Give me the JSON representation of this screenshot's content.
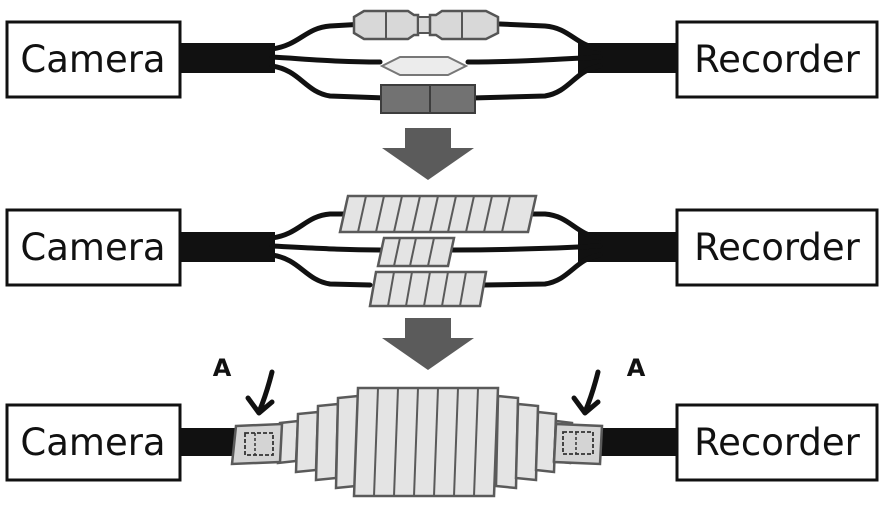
{
  "diagram": {
    "steps": [
      {
        "left_label": "Camera",
        "right_label": "Recorder"
      },
      {
        "left_label": "Camera",
        "right_label": "Recorder"
      },
      {
        "left_label": "Camera",
        "right_label": "Recorder"
      }
    ],
    "callouts": [
      "A",
      "A"
    ]
  },
  "colors": {
    "ink": "#111111",
    "tape_fill": "#e4e4e4",
    "tape_stroke": "#5a5a5a",
    "arrow": "#5b5b5b",
    "power_connector": "#6f6f6f",
    "bnc_fill": "#d8d8d8"
  }
}
